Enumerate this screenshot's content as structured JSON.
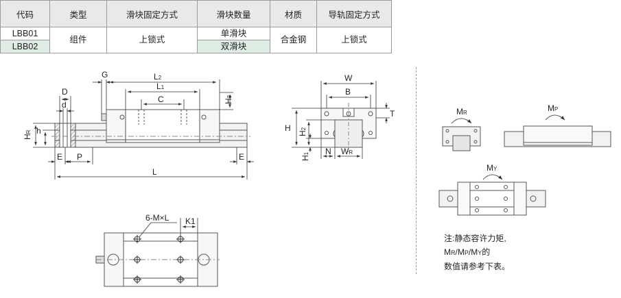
{
  "table": {
    "headers": [
      "代码",
      "类型",
      "滑块固定方式",
      "滑块数量",
      "材质",
      "导轨固定方式"
    ],
    "rows": [
      {
        "code": "LBB01",
        "count": "单滑块"
      },
      {
        "code": "LBB02",
        "count": "双滑块"
      }
    ],
    "type": "组件",
    "slider_fix": "上锁式",
    "material": "合金钢",
    "rail_fix": "上锁式"
  },
  "dims": {
    "G": "G",
    "L2": "L",
    "L2_sub": "2",
    "L1": "L",
    "L1_sub": "1",
    "C": "C",
    "D": "D",
    "d": "d",
    "H3": "H",
    "H3_sub": "3",
    "HR": "H",
    "HR_sub": "R",
    "h": "h",
    "E_left": "E",
    "P": "P",
    "E_right": "E",
    "L": "L",
    "W": "W",
    "B": "B",
    "T": "T",
    "H": "H",
    "H2": "H",
    "H2_sub": "2",
    "H1": "H",
    "H1_sub": "1",
    "N": "N",
    "WR": "W",
    "WR_sub": "R",
    "holes": "6-M×L",
    "K1": "K1"
  },
  "moments": {
    "MR": "M",
    "MR_sub": "R",
    "MP": "M",
    "MP_sub": "P",
    "MY": "M",
    "MY_sub": "Y"
  },
  "note": {
    "line1": "注:静态容许力矩,",
    "line2_m1": "M",
    "line2_s1": "R",
    "line2_sep1": "/",
    "line2_m2": "M",
    "line2_s2": "P",
    "line2_sep2": "/",
    "line2_m3": "M",
    "line2_s3": "Y",
    "line2_end": "的",
    "line3": "数值请参考下表。"
  }
}
